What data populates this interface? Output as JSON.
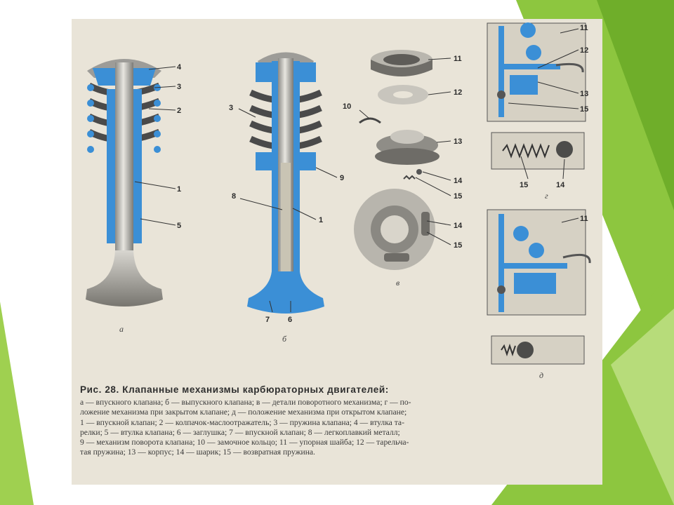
{
  "figure": {
    "colors": {
      "slide_green": "#8dc63f",
      "slide_green_dark": "#5f9a1e",
      "paper": "#e9e4d8",
      "part_blue": "#3b8fd6",
      "ink": "#333333"
    },
    "subfigure_labels": [
      "а",
      "б",
      "в",
      "г",
      "д"
    ],
    "callouts": {
      "a": [
        "4",
        "3",
        "2",
        "1",
        "5"
      ],
      "b": [
        "3",
        "9",
        "8",
        "1",
        "7",
        "6"
      ],
      "v": [
        "11",
        "12",
        "10",
        "13",
        "14",
        "15",
        "14",
        "15"
      ],
      "g": [
        "11",
        "12",
        "13",
        "15",
        "15",
        "14"
      ],
      "d": [
        "11"
      ]
    }
  },
  "caption": {
    "title": "Рис. 28. Клапанные механизмы карбюраторных двигателей:",
    "lines": [
      "а — впускного клапана; б — выпускного клапана; в — детали поворотного механизма; г — по-",
      "ложение механизма при закрытом клапане; д — положение механизма при открытом клапане;",
      "1 — впускной клапан; 2 — колпачок-маслоотражатель; 3 — пружина клапана; 4 — втулка та-",
      "релки; 5 — втулка клапана; 6 — заглушка; 7 — впускной клапан; 8 — легкоплавкий металл;",
      "9 — механизм поворота клапана; 10 — замочное кольцо; 11 — упорная шайба; 12 — тарельча-",
      "тая пружина; 13 — корпус; 14 — шарик; 15 — возвратная пружина."
    ]
  }
}
